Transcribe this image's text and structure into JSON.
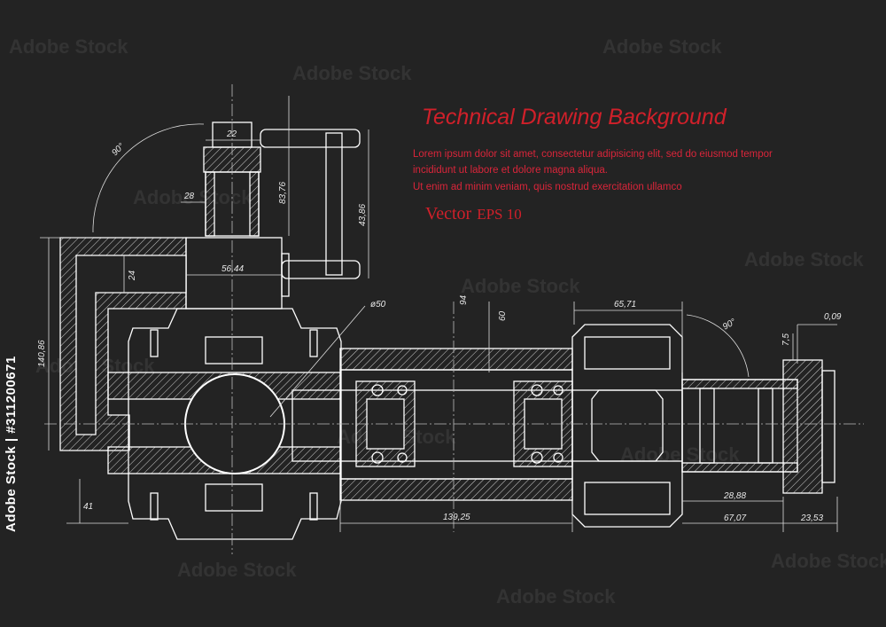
{
  "header": {
    "title": "Technical Drawing Background",
    "lorem_line1": "Lorem ipsum dolor sit amet, consectetur adipisicing elit, sed do eiusmod tempor",
    "lorem_line2": "incididunt ut labore et dolore magna aliqua.",
    "lorem_line3": "Ut enim ad minim veniam, quis nostrud exercitation ullamco",
    "vector_label": "Vector",
    "eps_label": "EPS 10"
  },
  "stock_id": "Adobe Stock | #311200671",
  "watermark": "Adobe Stock",
  "dimensions": {
    "d22": "22",
    "d28": "28",
    "d8376": "83,76",
    "d4386": "43,86",
    "d24": "24",
    "d5644": "56,44",
    "d90a": "90°",
    "d90b": "90°",
    "d14086": "140,86",
    "d41": "41",
    "phi50": "ø50",
    "d94": "94",
    "d60": "60",
    "d6571": "65,71",
    "d75": "7,5",
    "d009": "0,09",
    "d13925": "139,25",
    "d2888": "28,88",
    "d6707": "67,07",
    "d2353": "23,53"
  },
  "colors": {
    "background": "#232323",
    "line": "#ffffff",
    "accent": "#d0202a"
  }
}
